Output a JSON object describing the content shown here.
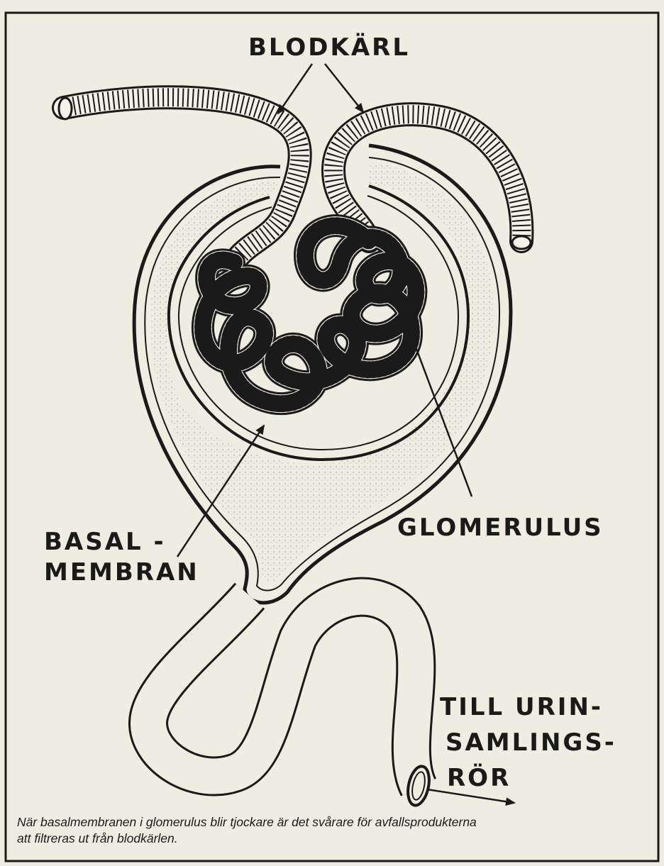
{
  "labels": {
    "blood_vessels": "BLODKÄRL",
    "glomerulus": "GLOMERULUS",
    "basal_line1": "BASAL -",
    "basal_line2": "MEMBRAN",
    "urine_line1": "TILL URIN-",
    "urine_line2": "SAMLINGS-",
    "urine_line3": "RÖR"
  },
  "caption": {
    "line1": "När basalmembranen i glomerulus blir tjockare är det svårare för avfallsprodukterna",
    "line2": "att filtreras ut från blodkärlen."
  },
  "colors": {
    "background": "#efece2",
    "ink": "#1a1a1a",
    "vessel_fill": "#f4f1e8"
  }
}
